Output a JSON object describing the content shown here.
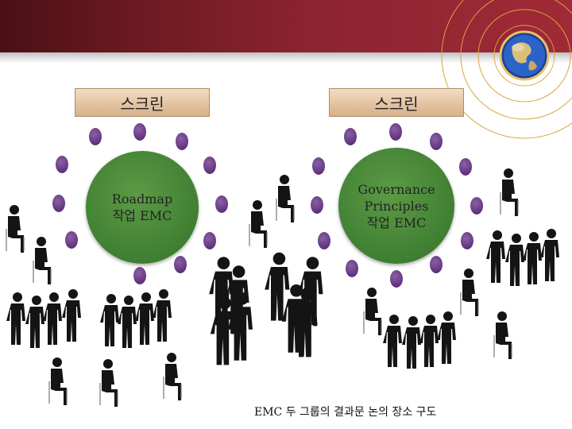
{
  "slide": {
    "left_group": {
      "title": "스크린",
      "circle_line1": "Roadmap",
      "circle_line2": "작업 EMC"
    },
    "right_group": {
      "title": "스크린",
      "circle_line1": "Governance",
      "circle_line2": "Principles",
      "circle_line3": "작업 EMC"
    },
    "footer": "EMC 두 그룹의 결과문 논의 장소 구도"
  },
  "colors": {
    "header_band": "#8b2430",
    "label_box": "#e3c3a0",
    "circle_green": "#3f7f32",
    "seat_dot": "#5b2e78",
    "silhouette": "#111111"
  },
  "icons": [
    "globe-icon",
    "person-silhouette-icon",
    "seated-person-icon"
  ]
}
